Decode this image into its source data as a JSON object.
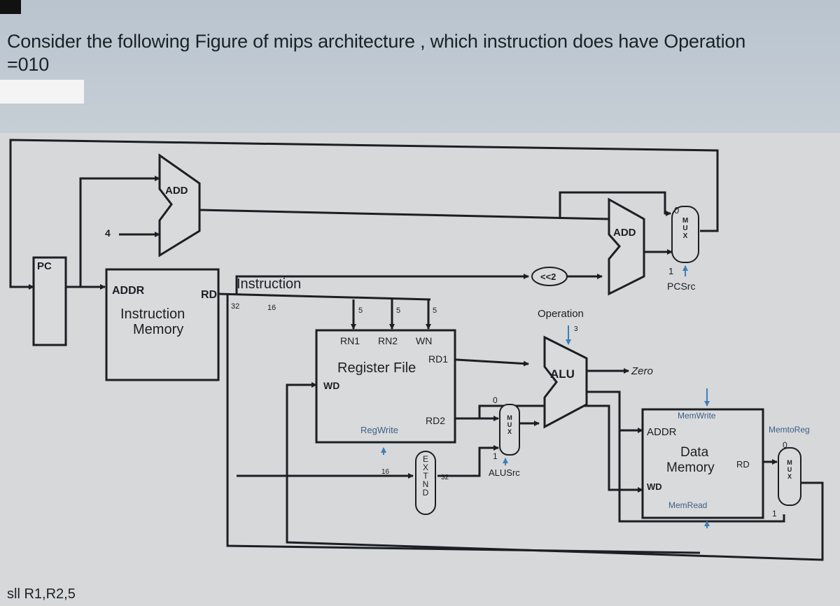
{
  "question": {
    "line1": "Consider the following  Figure of mips architecture , which instruction does have Operation",
    "line2": "=010"
  },
  "answer": "sll R1,R2,5",
  "diagram": {
    "pc": "PC",
    "add_top": "ADD",
    "four": "4",
    "imem_addr": "ADDR",
    "imem_rd": "RD",
    "imem_name_1": "Instruction",
    "imem_name_2": "Memory",
    "instruction": "Instruction",
    "bus_32": "32",
    "bus_16": "16",
    "bus_5a": "5",
    "bus_5b": "5",
    "bus_5c": "5",
    "rn1": "RN1",
    "rn2": "RN2",
    "wn": "WN",
    "rd1": "RD1",
    "regfile": "Register File",
    "wd": "WD",
    "rd2": "RD2",
    "regwrite": "RegWrite",
    "ext_16": "16",
    "ext_32": "32",
    "extend": "EXTEND",
    "shift": "<<2",
    "operation": "Operation",
    "op_3": "3",
    "alu": "ALU",
    "zero": "Zero",
    "add_branch": "ADD",
    "mux_letters": "MUX",
    "mux_top_0": "0",
    "mux_top_1": "1",
    "pcsrc": "PCSrc",
    "mux_alu_0": "0",
    "mux_alu_1": "1",
    "alusrc": "ALUSrc",
    "memwrite": "MemWrite",
    "dmem_addr": "ADDR",
    "dmem_name_1": "Data",
    "dmem_name_2": "Memory",
    "dmem_rd": "RD",
    "dmem_wd": "WD",
    "memread": "MemRead",
    "memtoreg": "MemtoReg",
    "mux_wb_0": "0",
    "mux_wb_1": "1"
  }
}
